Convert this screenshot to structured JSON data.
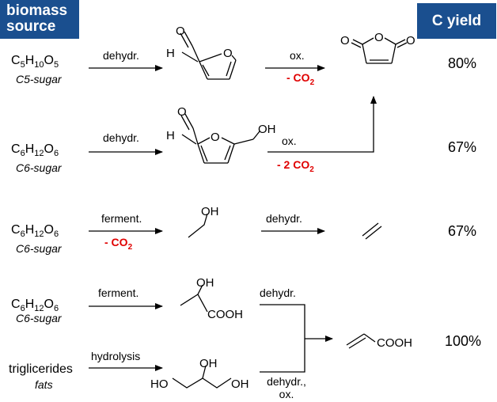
{
  "headers": {
    "source": [
      "biomass",
      "source"
    ],
    "yield": "C yield"
  },
  "rows": [
    {
      "formula": {
        "c": "C",
        "c_n": "5",
        "h": "H",
        "h_n": "10",
        "o": "O",
        "o_n": "5"
      },
      "sub": "C5-sugar",
      "step1": "dehydr.",
      "step2": "ox.",
      "loss2": {
        "pre": "- CO",
        "n": "2"
      },
      "yield": "80%",
      "intermediate": {
        "atoms": [
          "H",
          "O"
        ]
      },
      "product": {
        "atoms": [
          "O",
          "O",
          "O"
        ]
      }
    },
    {
      "formula": {
        "c": "C",
        "c_n": "6",
        "h": "H",
        "h_n": "12",
        "o": "O",
        "o_n": "6"
      },
      "sub": "C6-sugar",
      "step1": "dehydr.",
      "step2": "ox.",
      "loss2": {
        "pre": "- 2 CO",
        "n": "2"
      },
      "yield": "67%",
      "intermediate": {
        "atoms": [
          "H",
          "O",
          "OH",
          "O"
        ]
      }
    },
    {
      "formula": {
        "c": "C",
        "c_n": "6",
        "h": "H",
        "h_n": "12",
        "o": "O",
        "o_n": "6"
      },
      "sub": "C6-sugar",
      "step1": "ferment.",
      "loss1": {
        "pre": "- CO",
        "n": "2"
      },
      "step2": "dehydr.",
      "yield": "67%",
      "intermediate": {
        "atoms": [
          "OH"
        ]
      }
    },
    {
      "formula": {
        "c": "C",
        "c_n": "6",
        "h": "H",
        "h_n": "12",
        "o": "O",
        "o_n": "6"
      },
      "sub": "C6-sugar",
      "step1": "ferment.",
      "step2": "dehydr.",
      "intermediate": {
        "atoms": [
          "OH",
          "COOH"
        ]
      }
    },
    {
      "formula_text": "triglicerides",
      "sub": "fats",
      "step1": "hydrolysis",
      "step2": [
        "dehydr.,",
        "ox."
      ],
      "intermediate": {
        "atoms": [
          "OH",
          "HO",
          "OH"
        ]
      }
    }
  ],
  "acrylic": {
    "group": "COOH",
    "yield": "100%"
  },
  "colors": {
    "header_bg": "#1a4f8f",
    "loss": "#e00000"
  }
}
